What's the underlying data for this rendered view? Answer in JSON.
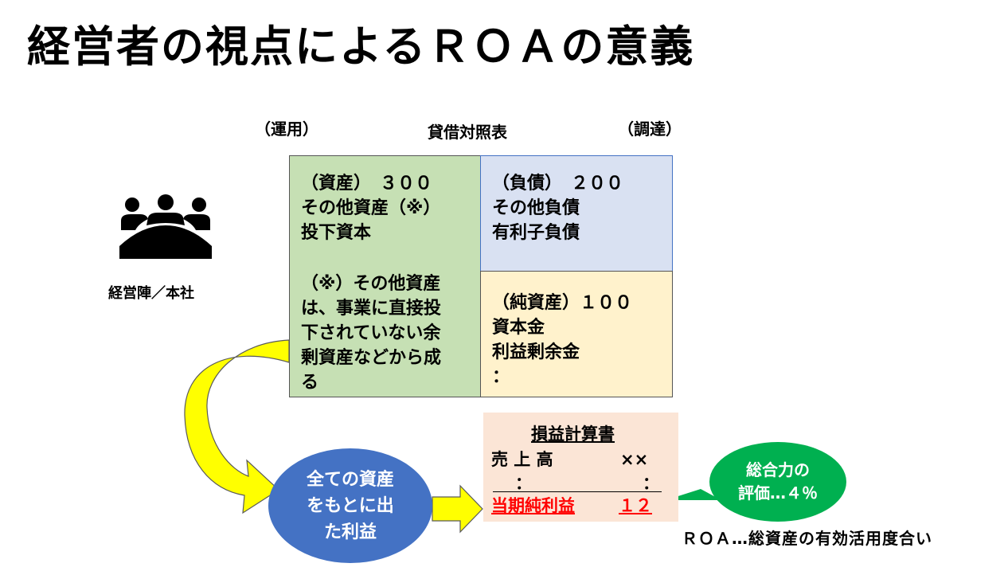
{
  "title": "経営者の視点によるＲＯＡの意義",
  "labels": {
    "unyo": "（運用）",
    "bs_title": "貸借対照表",
    "chotatsu": "（調達）"
  },
  "management": {
    "label": "経営陣／本社"
  },
  "assets": {
    "lines": [
      "（資産）　３００",
      "その他資産（※）",
      "投下資本"
    ],
    "note": [
      "（※）その他資産",
      "は、事業に直接投",
      "下されていない余",
      "剰資産などから成",
      "る"
    ]
  },
  "liabilities": {
    "lines": [
      "（負債）　２００",
      "その他負債",
      "有利子負債"
    ]
  },
  "equity": {
    "lines": [
      "（純資産）１００",
      "資本金",
      "利益剰余金",
      "："
    ]
  },
  "pl": {
    "title": "損益計算書",
    "sales_label": "売 上 高",
    "sales_value": "××",
    "dots_left": "：",
    "dots_right": "：",
    "net_income_label": "当期純利益",
    "net_income_value": "１２"
  },
  "blue_oval": {
    "lines": [
      "全ての資産",
      "をもとに出",
      "た利益"
    ]
  },
  "green_bubble": {
    "lines": [
      "総合力の",
      "評価…４％"
    ]
  },
  "roa_caption": "ＲＯＡ…総資産の有効活用度合い",
  "colors": {
    "assets_bg": "#c6e0b4",
    "liab_bg": "#d9e1f2",
    "equity_bg": "#fff2cc",
    "pl_bg": "#fbe5d6",
    "oval_blue": "#4472c4",
    "bubble_green": "#00b050",
    "arrow_yellow": "#ffff00",
    "net_income_red": "#ff0000"
  },
  "icons": {
    "management": "group-people-icon"
  }
}
